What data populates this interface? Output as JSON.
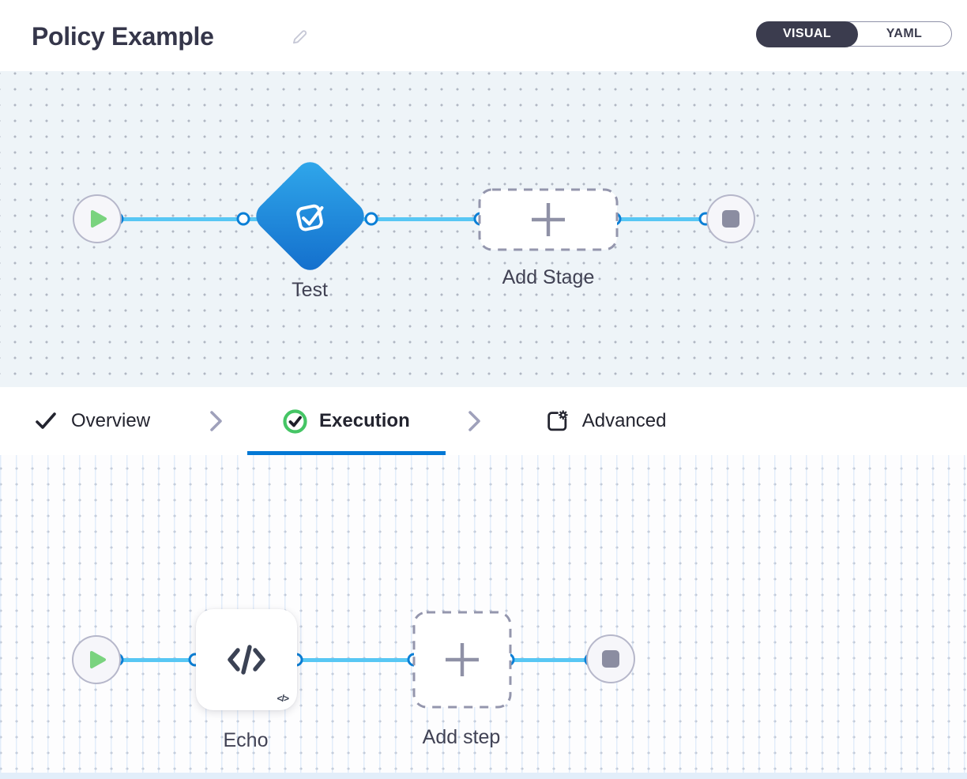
{
  "header": {
    "title": "Policy Example",
    "view_toggle": {
      "visual_label": "VISUAL",
      "yaml_label": "YAML",
      "selected": "VISUAL"
    }
  },
  "stage_canvas": {
    "stage_node_label": "Test",
    "add_stage_label": "Add Stage"
  },
  "tab_bar": {
    "overview_label": "Overview",
    "execution_label": "Execution",
    "advanced_label": "Advanced",
    "active_tab": "Execution"
  },
  "step_canvas": {
    "step_node_label": "Echo",
    "step_badge": "</>",
    "add_step_label": "Add step"
  },
  "colors": {
    "accent_blue": "#0278d5",
    "connector_blue": "#58c7f4",
    "diamond_gradient_start": "#2fa6ea",
    "diamond_gradient_end": "#1470cd",
    "success_green": "#45c565",
    "play_green": "#7ad37f",
    "toggle_dark": "#3b3c4e"
  }
}
